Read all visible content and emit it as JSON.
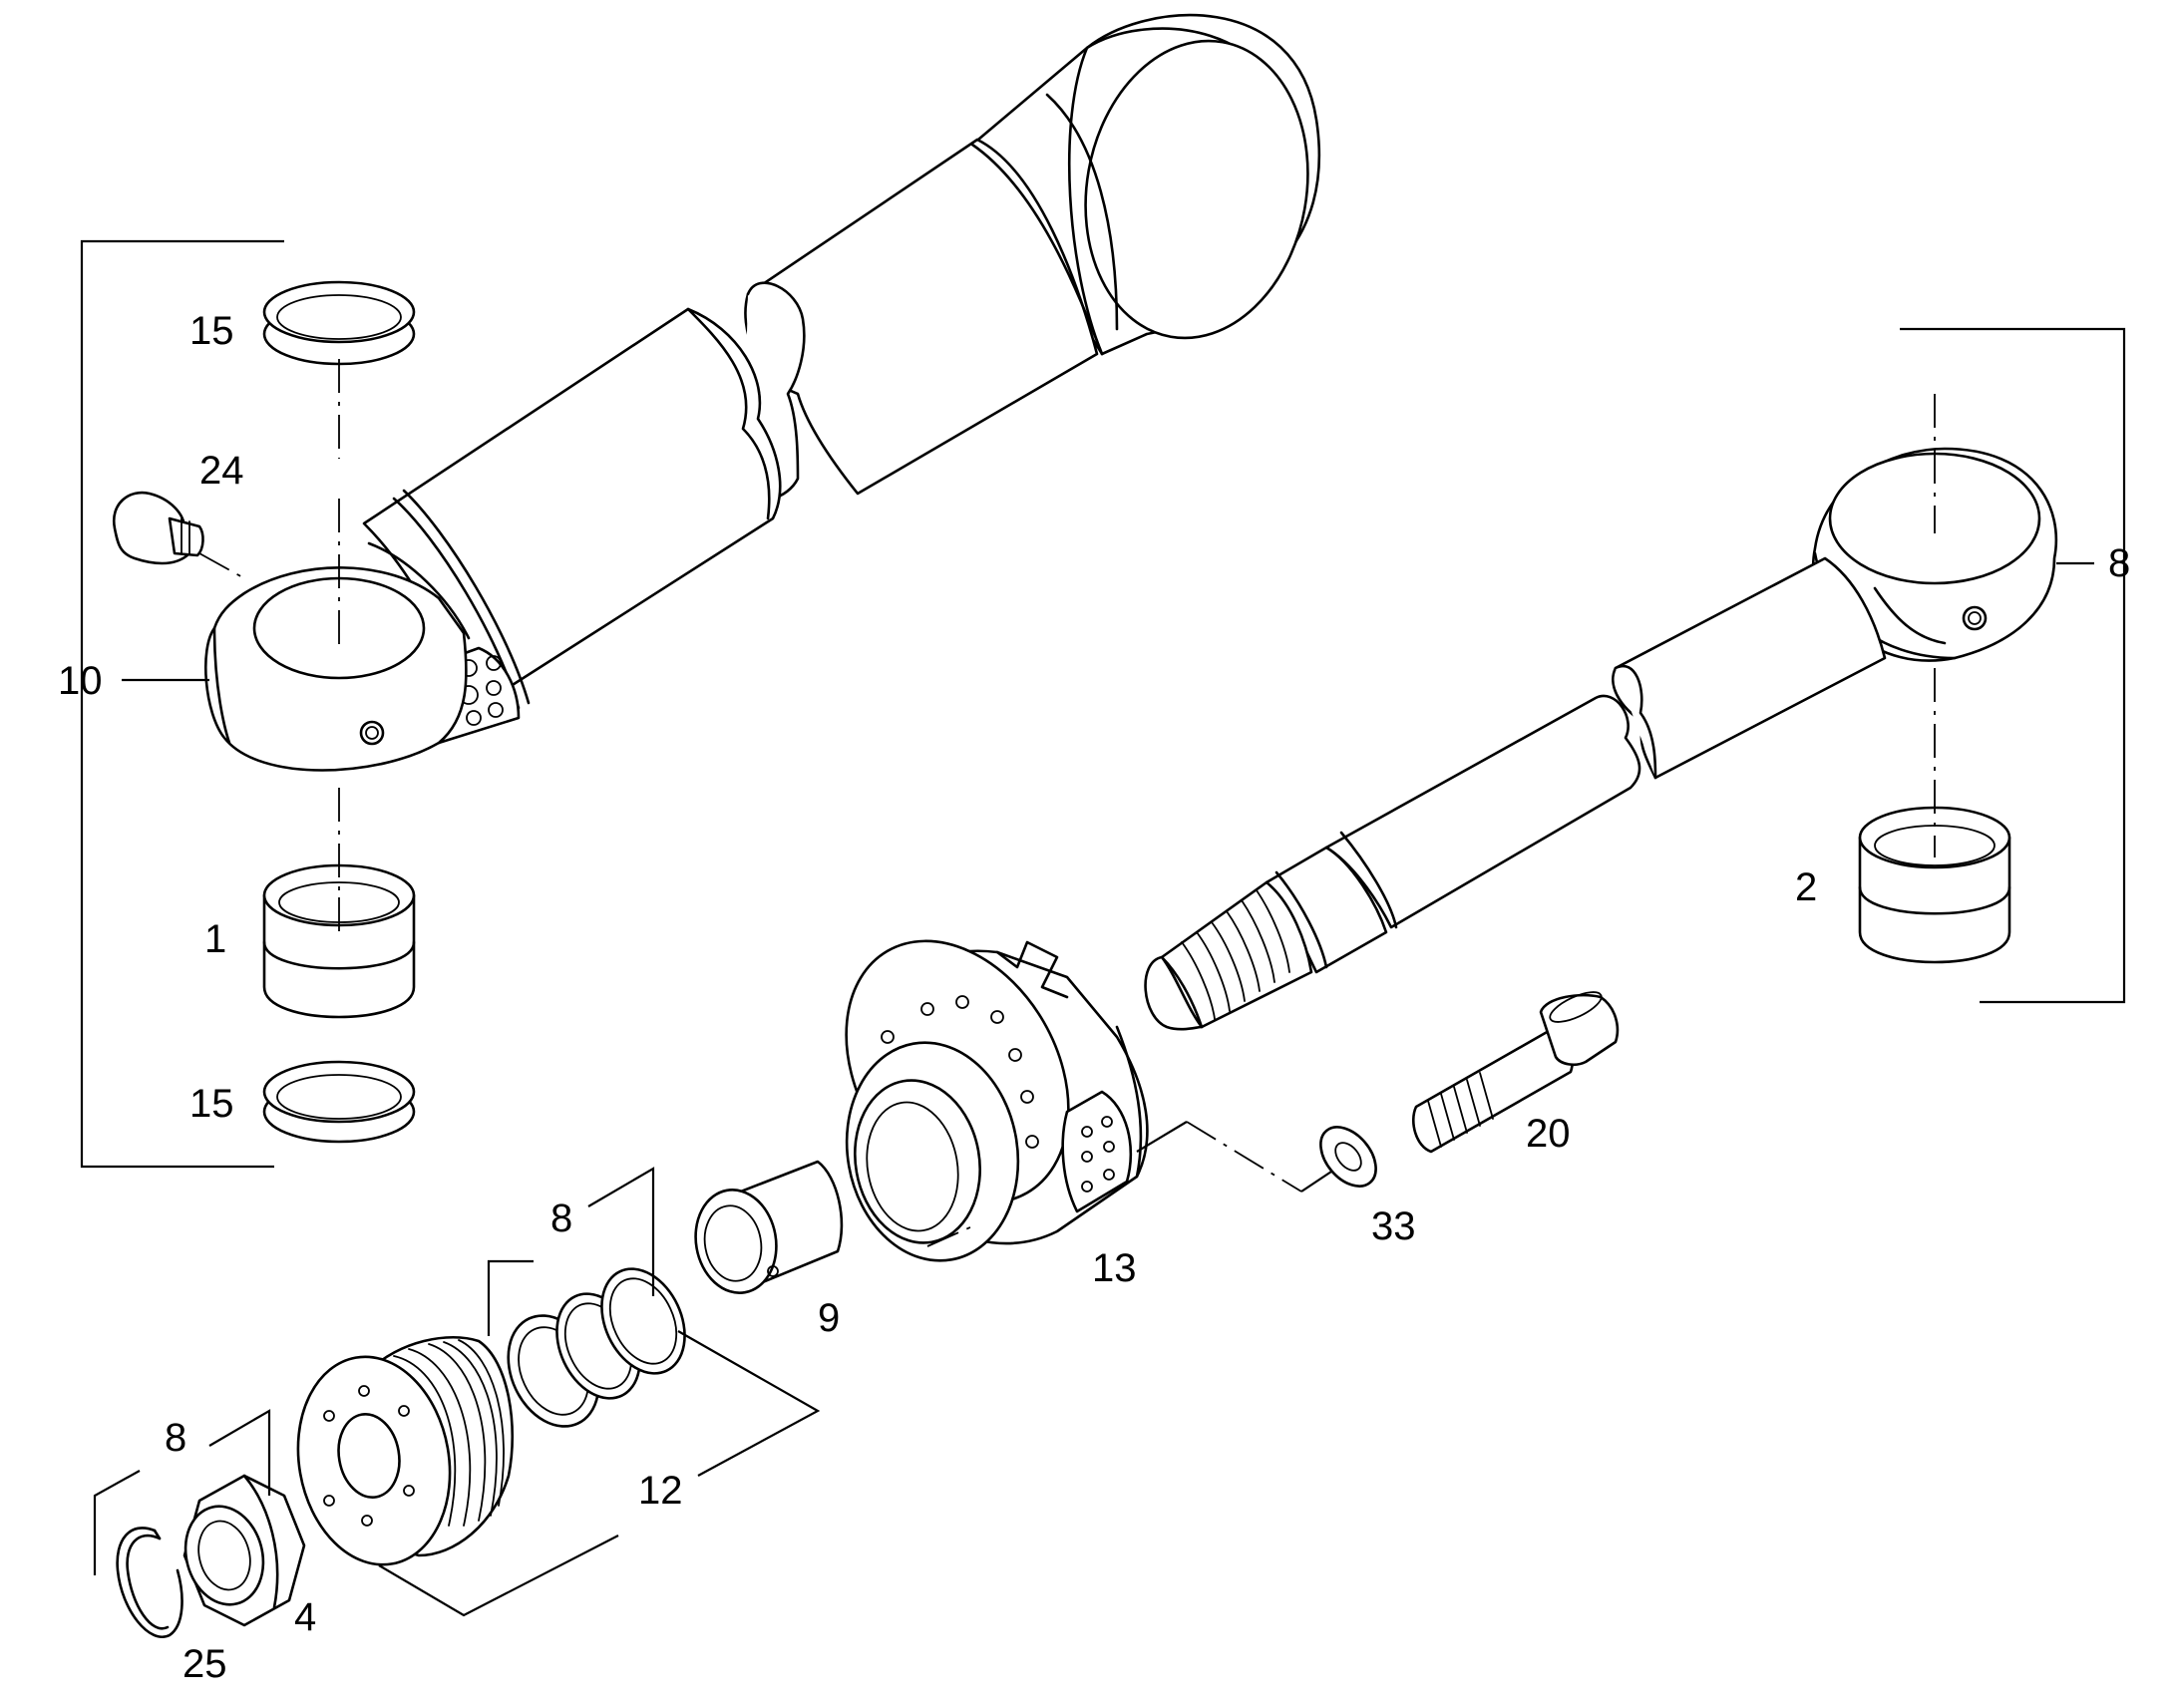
{
  "labels": {
    "l15_top": "15",
    "l24": "24",
    "l10": "10",
    "l1": "1",
    "l15_bottom": "15",
    "l8_right": "8",
    "l2": "2",
    "l20": "20",
    "l33": "33",
    "l13": "13",
    "l9": "9",
    "l8_mid": "8",
    "l12": "12",
    "l8_left": "8",
    "l4": "4",
    "l25": "25"
  }
}
